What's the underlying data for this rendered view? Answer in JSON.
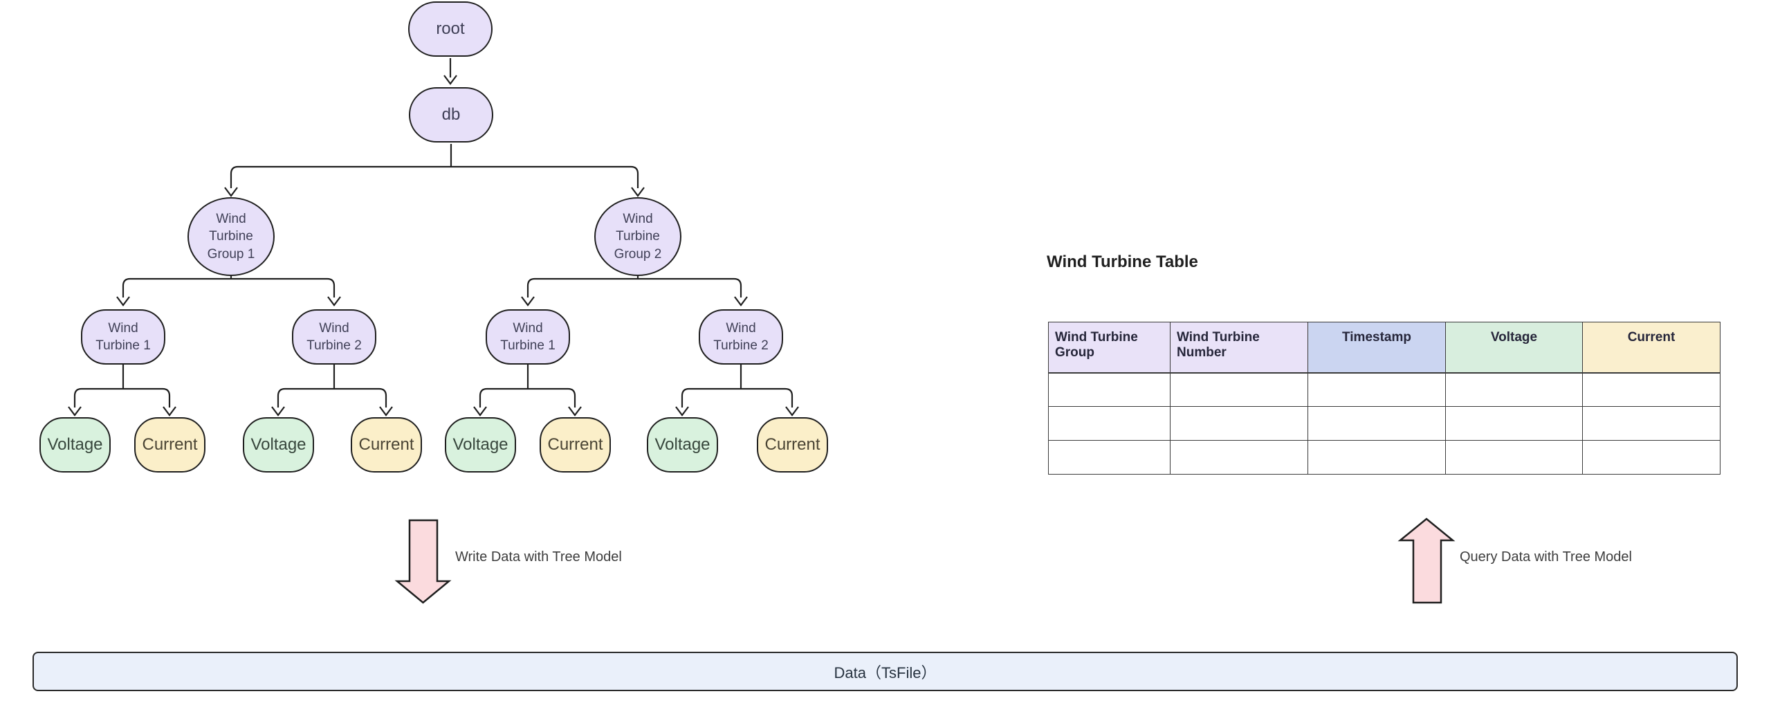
{
  "tree": {
    "root_label": "root",
    "db_label": "db",
    "groups": [
      {
        "label": "Wind Turbine Group 1"
      },
      {
        "label": "Wind Turbine Group 2"
      }
    ],
    "turbines": [
      {
        "label": "Wind Turbine 1"
      },
      {
        "label": "Wind Turbine 2"
      },
      {
        "label": "Wind Turbine 1"
      },
      {
        "label": "Wind Turbine 2"
      }
    ],
    "leaves": [
      {
        "label": "Voltage"
      },
      {
        "label": "Current"
      },
      {
        "label": "Voltage"
      },
      {
        "label": "Current"
      },
      {
        "label": "Voltage"
      },
      {
        "label": "Current"
      },
      {
        "label": "Voltage"
      },
      {
        "label": "Current"
      }
    ]
  },
  "table": {
    "title": "Wind Turbine Table",
    "columns": [
      {
        "label": "Wind Turbine Group"
      },
      {
        "label": "Wind Turbine Number"
      },
      {
        "label": "Timestamp"
      },
      {
        "label": "Voltage"
      },
      {
        "label": "Current"
      }
    ],
    "empty_row_count": 3
  },
  "annotations": {
    "write_label": "Write Data with Tree Model",
    "query_label": "Query Data with Tree Model"
  },
  "storage": {
    "label": "Data（TsFile）"
  },
  "colors": {
    "edge": "#1f1f1f",
    "lavender": "#e7e0f9",
    "leaf_green": "#d9f2de",
    "leaf_yellow": "#fbefc9",
    "arrow_pink": "#fbdbde",
    "bar_blue": "#eaf0fa",
    "header_lavender": "#e9e2f8",
    "header_blue": "#cbd5f1",
    "header_green": "#d8eede",
    "header_yellow": "#faefce",
    "table_border": "#3a3a3a",
    "node_text": "#3f3f56"
  }
}
